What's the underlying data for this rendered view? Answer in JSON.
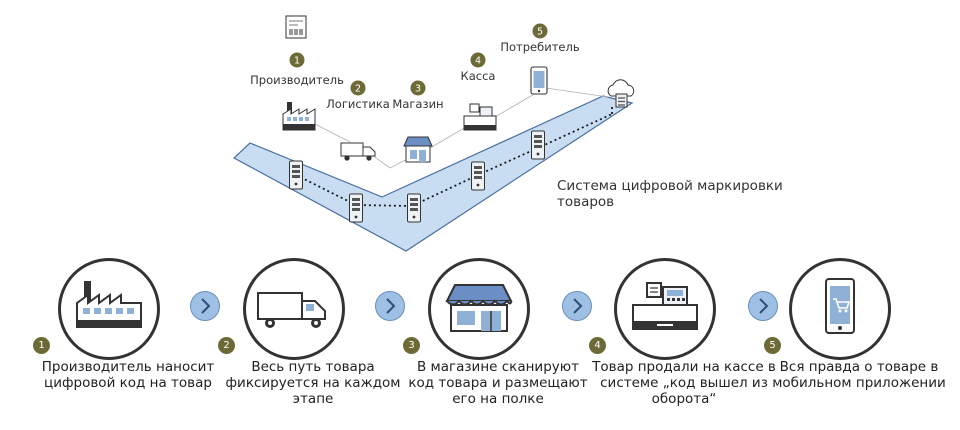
{
  "diagram": {
    "caption": "Система цифровой маркировки товаров",
    "caption_lines": [
      "Система цифровой маркировки",
      "товаров"
    ],
    "stages": [
      {
        "num": "1",
        "label": "Производитель"
      },
      {
        "num": "2",
        "label": "Логистика"
      },
      {
        "num": "3",
        "label": "Магазин"
      },
      {
        "num": "4",
        "label": "Касса"
      },
      {
        "num": "5",
        "label": "Потребитель"
      }
    ]
  },
  "steps": [
    {
      "num": "1",
      "text": "Производитель наносит цифровой код на товар",
      "icon": "factory-icon"
    },
    {
      "num": "2",
      "text": "Весь путь товара фиксируется на каждом этапе",
      "icon": "truck-icon"
    },
    {
      "num": "3",
      "text": "В магазине сканируют код товара и размещают его на полке",
      "icon": "store-icon"
    },
    {
      "num": "4",
      "text": "Товар продали на кассе в системе „код вышел из оборота“",
      "icon": "cash-register-icon"
    },
    {
      "num": "5",
      "text": "Вся правда о товаре в мобильном приложении",
      "icon": "smartphone-icon"
    }
  ],
  "colors": {
    "band_fill": "#c9ddf2",
    "band_stroke": "#4a6fa0",
    "badge": "#6d6a37",
    "arrow": "#9ec0e4"
  }
}
